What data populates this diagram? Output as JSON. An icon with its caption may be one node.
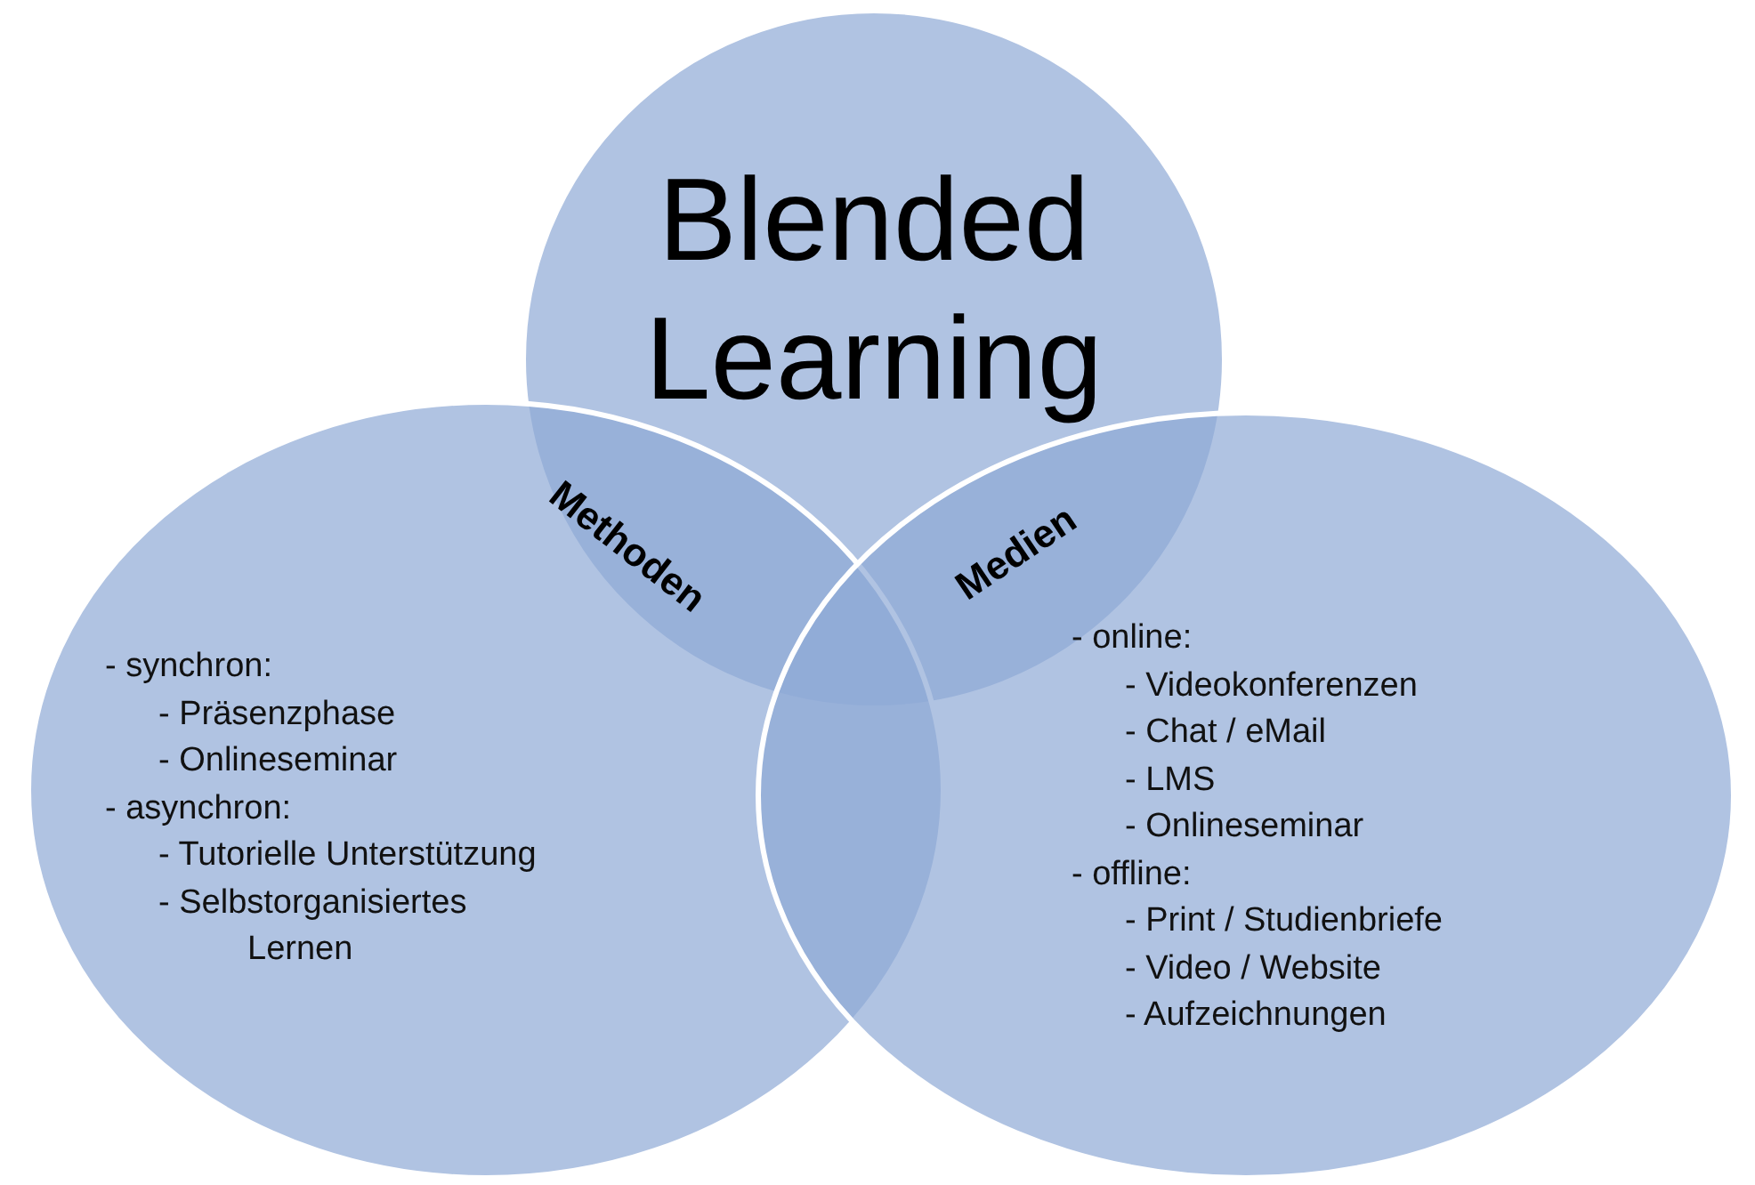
{
  "diagram": {
    "nodes": [
      {
        "text": [
          "Blended Learning"
        ]
      },
      {
        "text": [
          "- synchron:",
          "- Präsenzphase",
          "- Onlineseminar",
          "- asynchron:",
          "- Tutorielle Unterstützung",
          "- Selbstorganisiertes Lernen"
        ]
      },
      {
        "text": [
          "- online:",
          "- Videokonferenzen",
          "- Chat / eMail",
          "- LMS",
          "- Onlineseminar",
          "- offline:",
          "- Print / Studienbriefe",
          "- Video / Website",
          "- Aufzeichnungen"
        ]
      }
    ],
    "labels": [
      "Methoden",
      "Medien"
    ]
  }
}
